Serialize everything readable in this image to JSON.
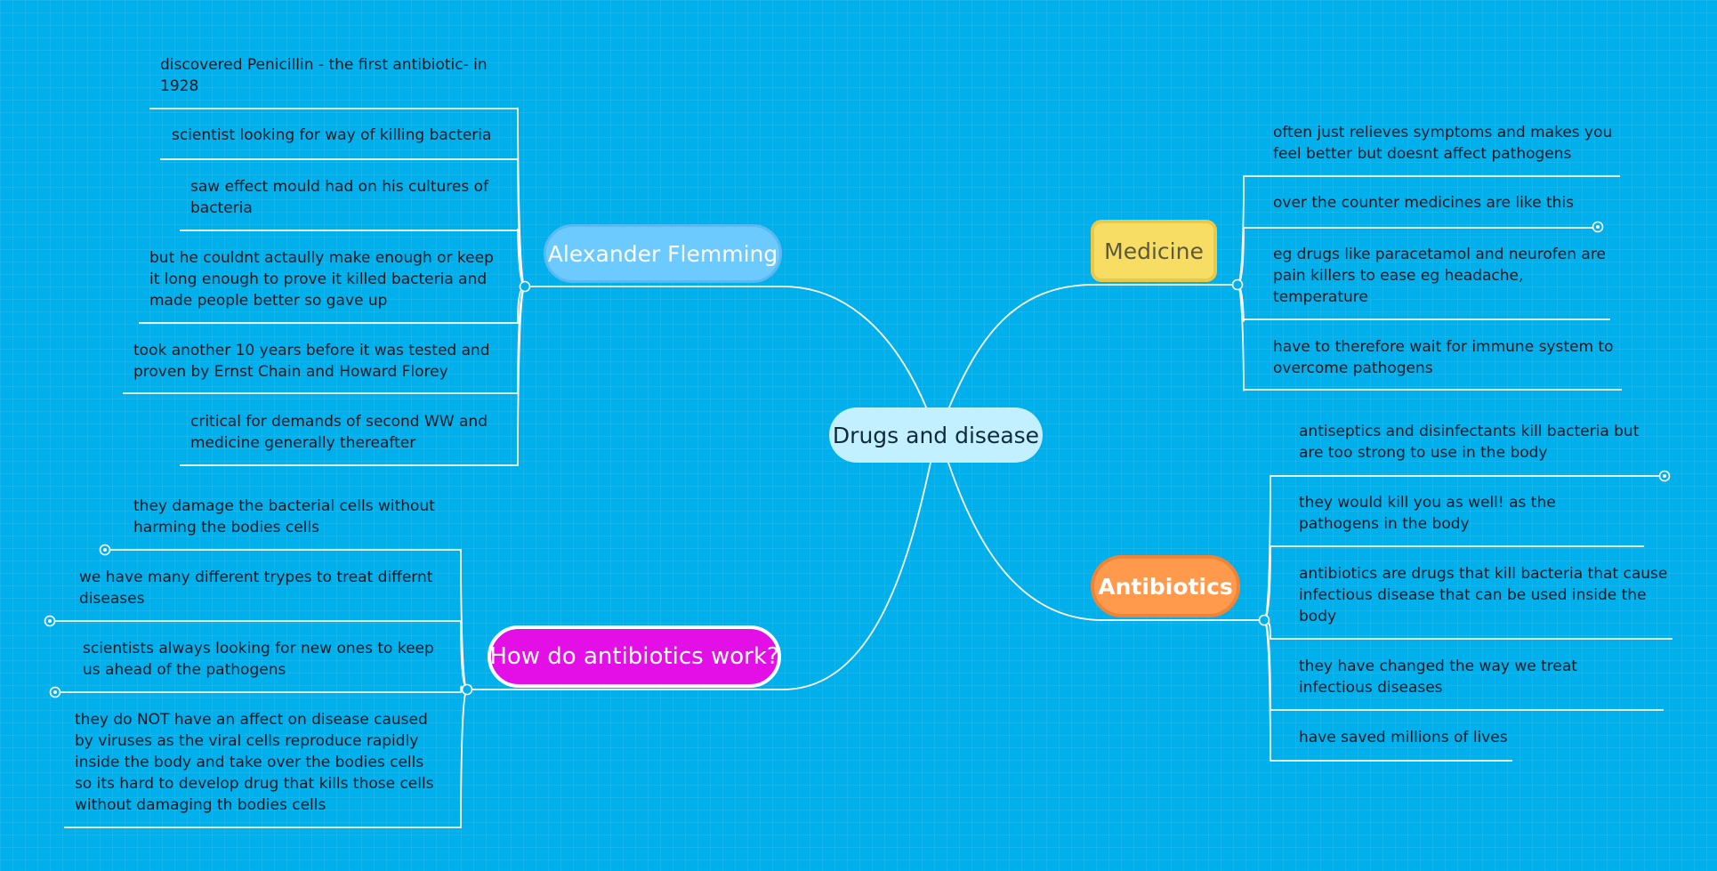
{
  "central": "Drugs and disease",
  "branches": {
    "flemming": {
      "label": "Alexander Flemming",
      "items": [
        "discovered Penicillin - the first antibiotic- in 1928",
        "scientist looking for way of killing bacteria",
        "saw effect mould had on his cultures of bacteria",
        "but he couldnt actaully make enough or keep it long enough to prove it killed bacteria and made people better so gave up",
        "took another 10 years before it was tested  and proven by Ernst Chain and Howard Florey",
        "critical for demands of second WW and medicine generally thereafter"
      ]
    },
    "medicine": {
      "label": "Medicine",
      "items": [
        "often just relieves symptoms and makes you feel better but doesnt affect pathogens",
        "over the counter medicines are like this",
        "eg drugs like paracetamol and neurofen are pain killers to ease eg headache, temperature",
        "have to therefore wait for immune system to overcome pathogens"
      ]
    },
    "antibiotics": {
      "label": "Antibiotics",
      "items": [
        "antiseptics and disinfectants kill bacteria but are too strong to use in the body",
        "they would kill you as well! as the pathogens in the body",
        "antibiotics are drugs that kill bacteria that cause infectious disease that can be used inside the body",
        "they have changed the way we treat infectious diseases",
        "have saved millions of lives"
      ]
    },
    "how": {
      "label": "How do antibiotics work?",
      "items": [
        "they damage the bacterial cells without harming the bodies cells",
        "we have many different trypes to treat differnt diseases",
        "scientists always looking for new ones to keep us ahead of the pathogens",
        "they do NOT have an affect on disease caused by viruses as the viral cells  reproduce rapidly inside the body and take over the bodies cells so its hard to develop  drug that kills those cells without damaging th bodies cells"
      ]
    }
  },
  "colors": {
    "background": "#00b0ec",
    "line": "#ffffff",
    "central": "#c3f0ff",
    "flemming": "#6ccaff",
    "medicine": "#f7dd63",
    "antibiotics": "#ff9a4d",
    "how": "#e40ee6"
  }
}
